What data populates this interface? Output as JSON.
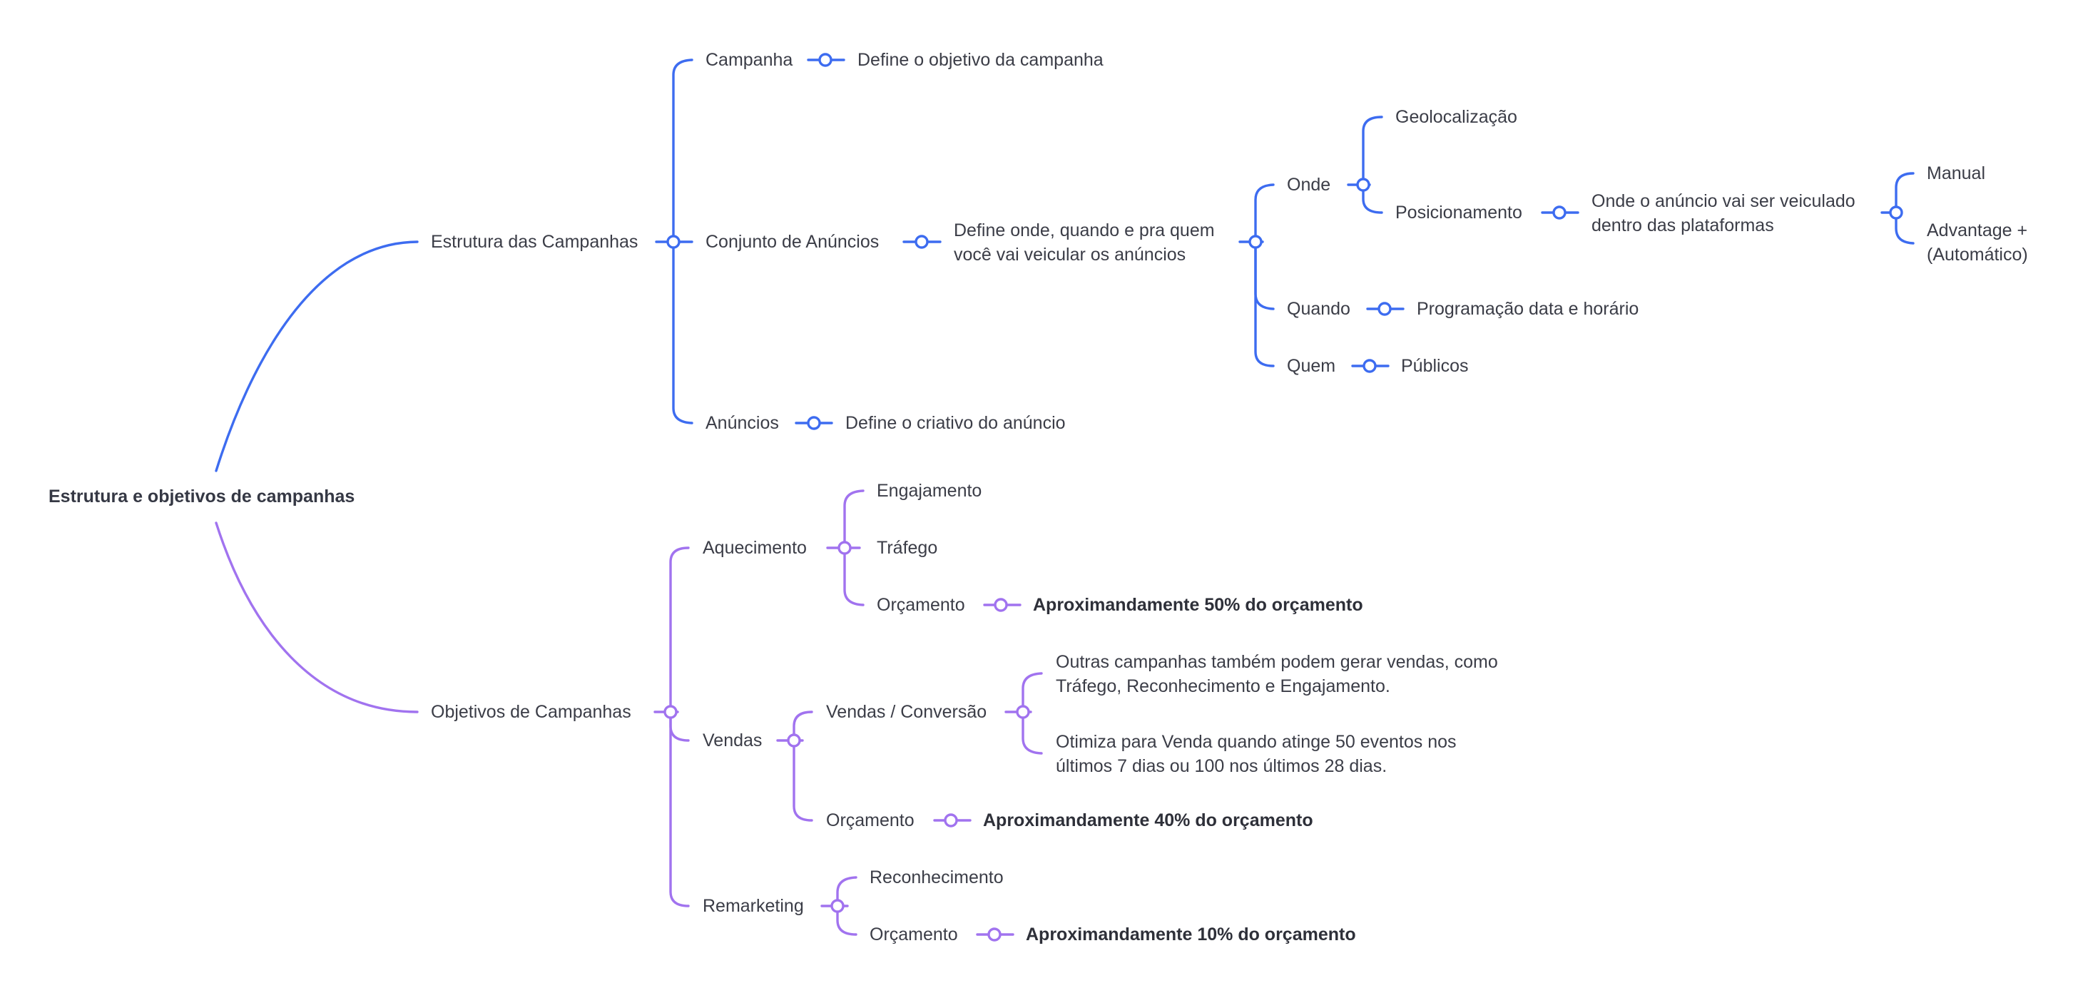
{
  "colors": {
    "structure": "#3d6cf0",
    "objectives": "#a173ef",
    "text": "#3b3d47"
  },
  "root": "Estrutura e objetivos de campanhas",
  "structure": {
    "label": "Estrutura das Campanhas",
    "campanha": {
      "label": "Campanha",
      "detail": "Define o objetivo da campanha"
    },
    "conjunto": {
      "label": "Conjunto de Anúncios",
      "detail": "Define onde, quando e pra quem você vai veicular os anúncios",
      "onde": {
        "label": "Onde",
        "geolocalizacao": "Geolocalização",
        "posicionamento": {
          "label": "Posicionamento",
          "detail": "Onde o anúncio vai ser veiculado dentro das plataformas",
          "manual": "Manual",
          "advantage": "Advantage + (Automático)"
        }
      },
      "quando": {
        "label": "Quando",
        "detail": "Programação data e horário"
      },
      "quem": {
        "label": "Quem",
        "detail": "Públicos"
      }
    },
    "anuncios": {
      "label": "Anúncios",
      "detail": "Define o criativo do anúncio"
    }
  },
  "objectives": {
    "label": "Objetivos de Campanhas",
    "aquecimento": {
      "label": "Aquecimento",
      "engajamento": "Engajamento",
      "trafego": "Tráfego",
      "orcamento": {
        "label": "Orçamento",
        "detail": "Aproximandamente 50% do orçamento"
      }
    },
    "vendas": {
      "label": "Vendas",
      "conversao": {
        "label": "Vendas / Conversão",
        "note1": "Outras campanhas também podem gerar vendas, como Tráfego, Reconhecimento e Engajamento.",
        "note2": "Otimiza para Venda quando atinge 50 eventos nos últimos 7 dias ou 100 nos últimos 28 dias."
      },
      "orcamento": {
        "label": "Orçamento",
        "detail": "Aproximandamente 40% do orçamento"
      }
    },
    "remarketing": {
      "label": "Remarketing",
      "reconhecimento": "Reconhecimento",
      "orcamento": {
        "label": "Orçamento",
        "detail": "Aproximandamente 10% do orçamento"
      }
    }
  }
}
